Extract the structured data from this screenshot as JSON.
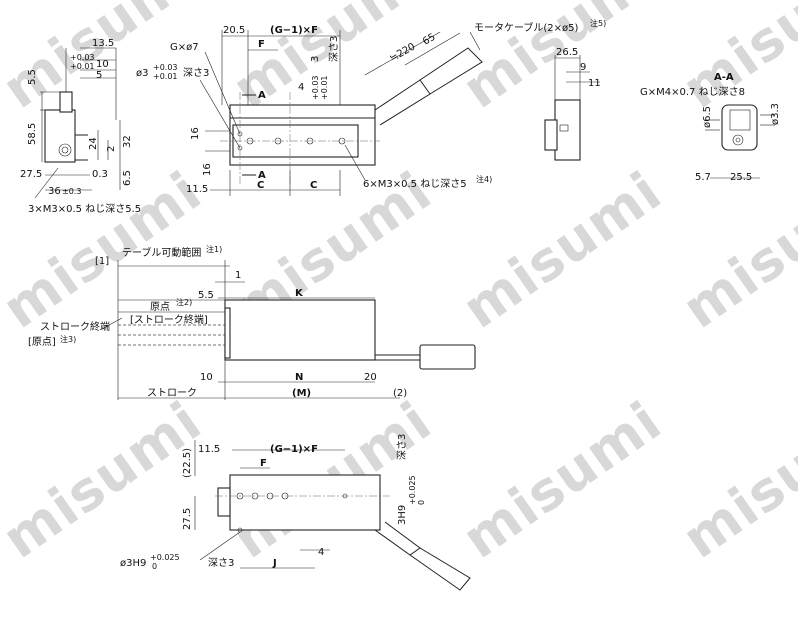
{
  "watermark": "misumi",
  "top_view": {
    "label_G_phi7": "G×ø7",
    "label_phi3": "ø3",
    "tol_phi3_upper": "+0.03",
    "tol_phi3_lower": "+0.01",
    "label_depth3": "深さ3",
    "dim_20_5": "20.5",
    "dim_G1F": "(G−1)×F",
    "dim_F": "F",
    "label_A_top": "A",
    "label_A_bottom": "A",
    "dim_4": "4",
    "vert_3_tol_upper": "+0.03",
    "vert_3_tol_lower": "+0.01",
    "vert_3_label": "3",
    "vert_depth3": "深さ3",
    "dim_16a": "16",
    "dim_16b": "16",
    "dim_11_5": "11.5",
    "dim_C1": "C",
    "dim_C2": "C",
    "label_thread": "6×M3×0.5 ねじ深さ5",
    "note4": "注4)",
    "dim_approx220": "≒220",
    "dim_65": "65",
    "label_motor_cable": "モータケーブル(2×ø5)",
    "note5": "注5)"
  },
  "left_view": {
    "dim_13_5": "13.5",
    "dim_10_tol": "10",
    "tol_10_upper": "+0.03",
    "tol_10_lower": "+0.01",
    "dim_5": "5",
    "dim_5_5": "5.5",
    "dim_58_5": "58.5",
    "dim_24": "24",
    "dim_2": "2",
    "dim_32": "32",
    "dim_27_5": "27.5",
    "dim_0_3": "0.3",
    "dim_6_5": "6.5",
    "dim_36": "36",
    "tol_36": "±0.3",
    "label_thread": "3×M3×0.5 ねじ深さ5.5"
  },
  "right_view": {
    "dim_26_5": "26.5",
    "dim_9": "9",
    "dim_11": "11"
  },
  "section_aa": {
    "title": "A-A",
    "label_thread": "G×M4×0.7 ねじ深さ8",
    "dim_6_5": "ø6.5",
    "dim_3_3": "ø3.3",
    "dim_5_7": "5.7",
    "dim_25_5": "25.5"
  },
  "front_view": {
    "label_table_range": "テーブル可動範囲",
    "note1": "注1)",
    "bracket1": "[1]",
    "dim_1": "1",
    "label_origin": "原点",
    "note2": "注2)",
    "label_stroke_end_bracket": "[ストローク終端]",
    "label_stroke_end": "ストローク終端",
    "label_origin_bracket": "[原点]",
    "note3": "注3)",
    "dim_5_5": "5.5",
    "dim_K": "K",
    "dim_10": "10",
    "dim_N": "N",
    "dim_20": "20",
    "label_stroke": "ストローク",
    "dim_M": "(M)",
    "dim_2": "(2)"
  },
  "bottom_view": {
    "dim_22_5": "(22.5)",
    "dim_11_5": "11.5",
    "dim_G1F": "(G−1)×F",
    "dim_F": "F",
    "dim_27_5": "27.5",
    "dim_4": "4",
    "dim_J": "J",
    "label_phi3H9": "ø3H9",
    "tol_upper": "+0.025",
    "tol_lower": "0",
    "label_depth3": "深さ3",
    "label_3H9": "3H9",
    "label_3H9_depth": "深さ3"
  }
}
